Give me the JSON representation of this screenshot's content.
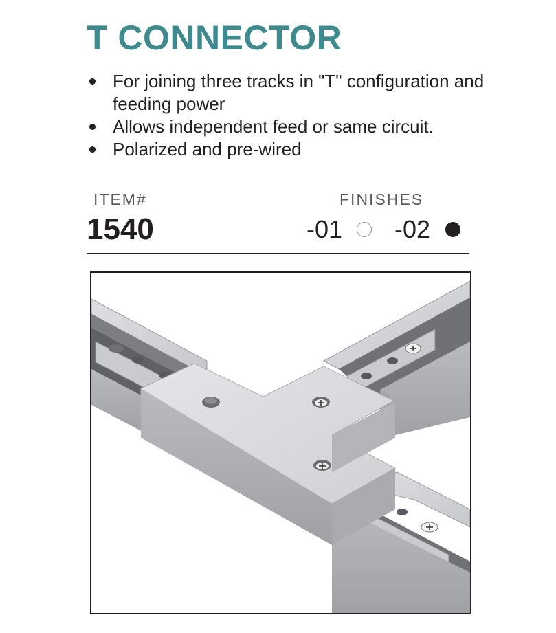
{
  "product": {
    "title": "T CONNECTOR",
    "features": [
      "For joining three tracks in \"T\" configuration and feeding power",
      "Allows independent feed or same circuit.",
      "Polarized and pre-wired"
    ]
  },
  "item": {
    "label": "ITEM#",
    "number": "1540"
  },
  "finishes": {
    "label": "FINISHES",
    "options": [
      {
        "code": "-01",
        "swatch": "white",
        "color": "#ffffff"
      },
      {
        "code": "-02",
        "swatch": "black",
        "color": "#231f20"
      }
    ]
  },
  "colors": {
    "title": "#3f8a8e",
    "text": "#231f20",
    "label": "#58595b",
    "metal_light": "#dcdde0",
    "metal_mid": "#c4c6ca",
    "metal_dark": "#8f9196"
  }
}
